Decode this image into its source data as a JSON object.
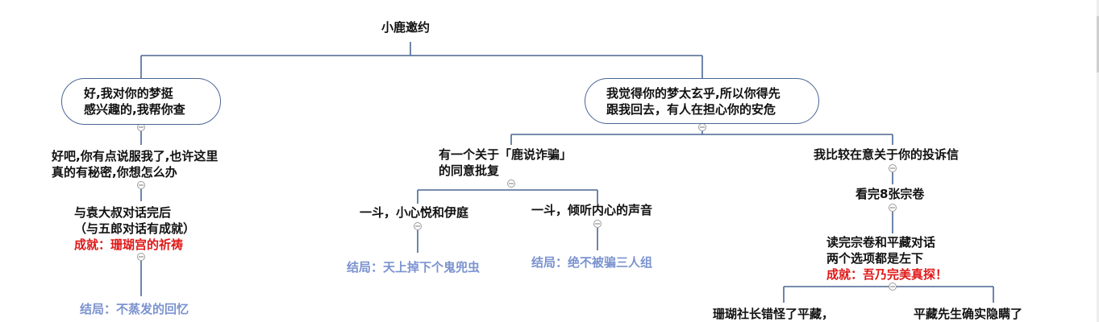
{
  "title": "小鹿邀约",
  "left_branch": {
    "choice_line1": "好,我对你的梦挺",
    "choice_line2": "感兴趣的,我帮你查",
    "step1_line1": "好吧,你有点说服我了,也许这里",
    "step1_line2": "真的有秘密,你想怎么办",
    "step2_line1": "与袁大叔对话完后",
    "step2_line2": "（与五郎对话有成就）",
    "achievement_label": "成就：",
    "achievement_value": "珊瑚宫的祈祷",
    "ending": "结局：不蒸发的回忆"
  },
  "right_branch": {
    "choice_line1": "我觉得你的梦太玄乎,所以你得先",
    "choice_line2": "跟我回去，有人在担心你的安危",
    "sub_a": {
      "label_line1": "有一个关于「鹿说诈骗」",
      "label_line2": "的同意批复",
      "option1": "一斗，小心悦和伊庭",
      "ending1": "结局：天上掉下个鬼兜虫",
      "option2": "一斗，倾听内心的声音",
      "ending2": "结局：绝不被骗三人组"
    },
    "sub_b": {
      "label": "我比较在意关于你的投诉信",
      "step1": "看完8张宗卷",
      "step2_line1": "读完宗卷和平藏对话",
      "step2_line2": "两个选项都是左下",
      "achievement_label": "成就：",
      "achievement_value": "吾乃完美真探！",
      "option1": "珊瑚社长错怪了平藏，",
      "option2": "平藏先生确实隐瞒了"
    }
  },
  "colors": {
    "connector": "#4a6794",
    "ending_text": "#7b93cf",
    "achievement_text": "#e01818"
  }
}
